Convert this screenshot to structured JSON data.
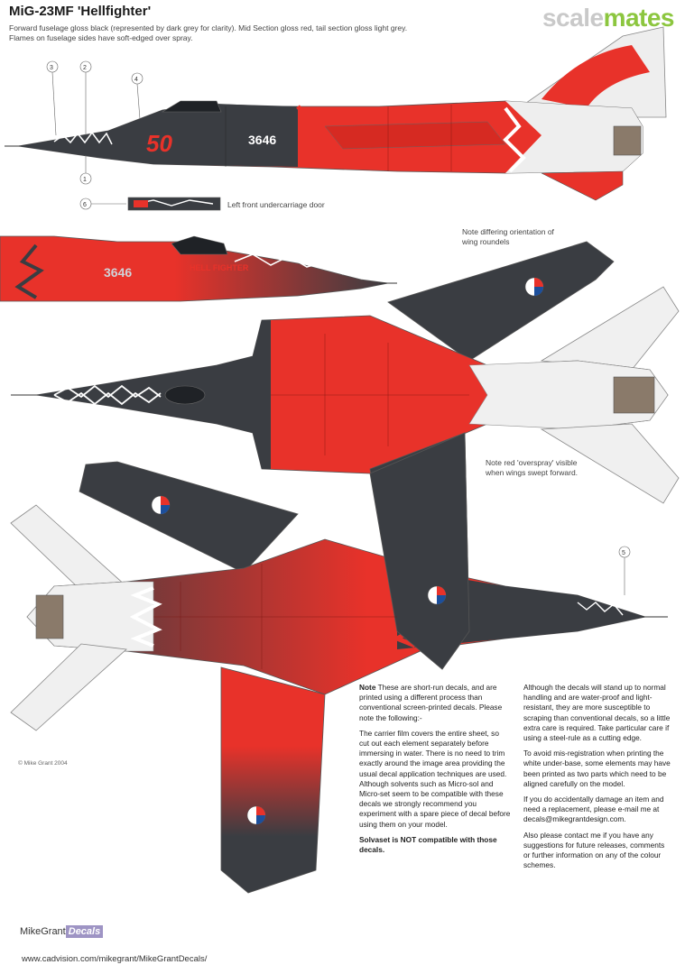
{
  "header": {
    "title": "MiG-23MF 'Hellfighter'",
    "intro": "Forward fuselage gloss black (represented by dark grey for clarity). Mid Section gloss red, tail section gloss light grey. Flames on fuselage sides have soft-edged over spray."
  },
  "watermark": {
    "part1": "scale",
    "part2": "mates"
  },
  "callouts": {
    "c3": "3",
    "c2": "2",
    "c4": "4",
    "c1": "1",
    "c6": "6",
    "c5": "5",
    "door_label": "Left front undercarriage door",
    "roundels_note": "Note differing orientation of wing roundels",
    "overspray_note": "Note red 'overspray' visible when wings swept forward."
  },
  "aircraft": {
    "serial": "3646",
    "number": "50",
    "nose_text": "HELL FIGHTER"
  },
  "copyright": "© Mike Grant 2004",
  "notes": {
    "para1_bold": "Note",
    "para1": "These are short-run decals, and are printed using a different process than conventional screen-printed decals. Please note the following:-",
    "para2": "The carrier film covers the entire sheet, so cut out each element separately before immersing in water. There is no need to trim exactly around the image area providing the usual decal application techniques are used. Although solvents such as Micro-sol and Micro-set seem to be compatible with these decals we strongly recommend you experiment with a spare piece of decal before using them on your model.",
    "para3_bold": "Solvaset is NOT compatible with those decals.",
    "para4": "Although the decals will stand up to normal handling and are water-proof and light-resistant, they are more susceptible to scraping than conventional decals, so a little extra care is required. Take particular care if using a steel-rule as a cutting edge.",
    "para5": "To avoid mis-registration when printing the white under-base, some elements may have been printed as two parts which need to be aligned carefully on the model.",
    "para6": "If you do accidentally damage an item and need a replacement, please e-mail me at decals@mikegrantdesign.com.",
    "para7": "Also please contact me if you have any suggestions for future releases, comments or further information on any of the colour schemes."
  },
  "footer": {
    "brand": "MikeGrant",
    "brand_tag": "Decals",
    "url": "www.cadvision.com/mikegrant/MikeGrantDecals/"
  },
  "colors": {
    "red": "#e8322a",
    "grey": "#3a3d42",
    "light": "#eeeeee"
  }
}
